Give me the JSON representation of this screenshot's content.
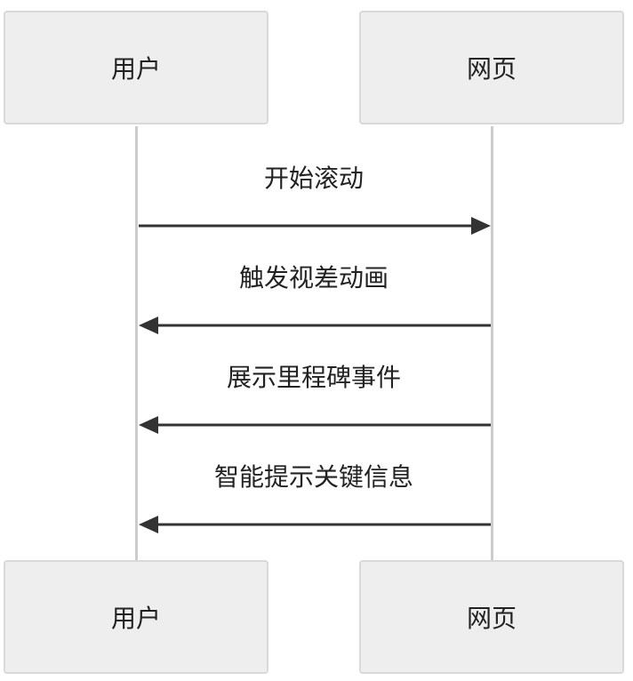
{
  "participants": [
    {
      "id": "user",
      "label": "用户"
    },
    {
      "id": "webpage",
      "label": "网页"
    }
  ],
  "messages": [
    {
      "from": "user",
      "to": "webpage",
      "label": "开始滚动"
    },
    {
      "from": "webpage",
      "to": "user",
      "label": "触发视差动画"
    },
    {
      "from": "webpage",
      "to": "user",
      "label": "展示里程碑事件"
    },
    {
      "from": "webpage",
      "to": "user",
      "label": "智能提示关键信息"
    }
  ],
  "colors": {
    "actor_fill": "#eeeeee",
    "actor_border": "#d9d9d9",
    "lifeline": "#cccccc",
    "arrow": "#333333"
  }
}
